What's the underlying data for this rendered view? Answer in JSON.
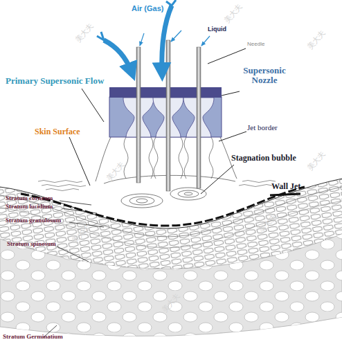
{
  "diagram": {
    "labels": [
      "Air (Gas)",
      "Liquid",
      "Needle",
      "Supersonic Nozzle",
      "Primary Supersonic Flow",
      "Jet border",
      "Skin Surface",
      "Stagnation bubble",
      "Wall Jet",
      "Stratum corneum",
      "Stratum lucidium",
      "Stratum granulosum",
      "Stratum spinosum",
      "Stratum Germinatium",
      "美大夫",
      "美大夫",
      "美大夫",
      "美大夫",
      "美大夫",
      "美大夫",
      "美大夫",
      "美大夫"
    ]
  }
}
